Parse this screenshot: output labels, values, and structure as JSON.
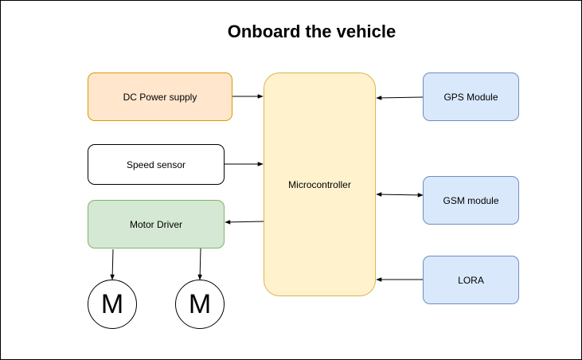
{
  "title": "Onboard the vehicle",
  "nodes": {
    "power": {
      "label": "DC Power supply",
      "fill": "#ffe6cc",
      "stroke": "#d79b00"
    },
    "speed": {
      "label": "Speed sensor",
      "fill": "#ffffff",
      "stroke": "#000000"
    },
    "motor_driver": {
      "label": "Motor Driver",
      "fill": "#d5e8d4",
      "stroke": "#82b366"
    },
    "mcu": {
      "label": "Microcontroller",
      "fill": "#fff2cc",
      "stroke": "#d6b656"
    },
    "gps": {
      "label": "GPS Module",
      "fill": "#dae8fc",
      "stroke": "#6c8ebf"
    },
    "gsm": {
      "label": "GSM module",
      "fill": "#dae8fc",
      "stroke": "#6c8ebf"
    },
    "lora": {
      "label": "LORA",
      "fill": "#dae8fc",
      "stroke": "#6c8ebf"
    }
  },
  "motors": [
    {
      "label": "M"
    },
    {
      "label": "M"
    }
  ],
  "edges": [
    {
      "from": "DC Power supply",
      "to": "Microcontroller",
      "direction": "forward"
    },
    {
      "from": "Speed sensor",
      "to": "Microcontroller",
      "direction": "forward"
    },
    {
      "from": "Microcontroller",
      "to": "Motor Driver",
      "direction": "forward"
    },
    {
      "from": "GPS Module",
      "to": "Microcontroller",
      "direction": "forward"
    },
    {
      "from": "GSM module",
      "to": "Microcontroller",
      "direction": "both"
    },
    {
      "from": "LORA",
      "to": "Microcontroller",
      "direction": "forward"
    },
    {
      "from": "Motor Driver",
      "to": "M",
      "direction": "forward"
    },
    {
      "from": "Motor Driver",
      "to": "M",
      "direction": "forward"
    }
  ]
}
